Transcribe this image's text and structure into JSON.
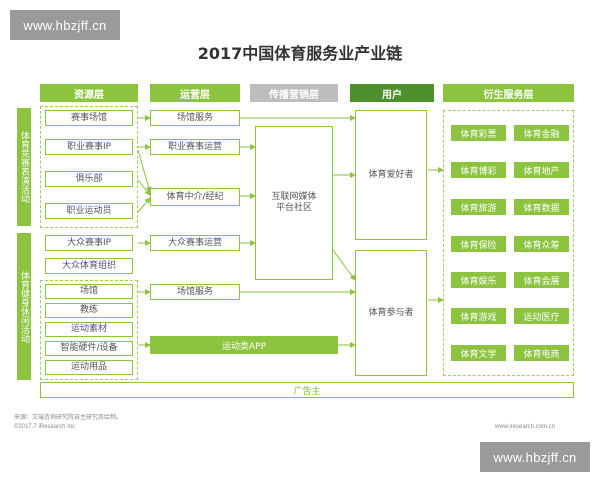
{
  "watermark": "www.hbzjff.cn",
  "title": "2017中国体育服务业产业链",
  "headers": {
    "resource": "资源层",
    "operation": "运营层",
    "media": "传播营销层",
    "user": "用户",
    "derivative": "衍生服务层"
  },
  "side_labels": {
    "competitive": "体育竞赛表演活动",
    "fitness": "体育健身休闲活动"
  },
  "resource_items": [
    "赛事场馆",
    "职业赛事IP",
    "俱乐部",
    "职业运动员",
    "大众赛事IP",
    "大众体育组织",
    "场馆",
    "教练",
    "运动素材",
    "智能硬件/设备",
    "运动用品"
  ],
  "operation_items": {
    "venue_service_top": "场馆服务",
    "pro_event_ops": "职业赛事运营",
    "agent": "体育中介/经纪",
    "mass_event_ops": "大众赛事运营",
    "venue_service_bottom": "场馆服务",
    "sports_app": "运动类APP"
  },
  "media_platform": "互联网媒体\n平台社区",
  "users": {
    "fans": "体育爱好者",
    "participants": "体育参与者"
  },
  "derivative_items": [
    [
      "体育彩票",
      "体育金融"
    ],
    [
      "体育博彩",
      "体育地产"
    ],
    [
      "体育旅游",
      "体育数据"
    ],
    [
      "体育保险",
      "体育众筹"
    ],
    [
      "体育娱乐",
      "体育会展"
    ],
    [
      "体育游戏",
      "运动医疗"
    ],
    [
      "体育文学",
      "体育电商"
    ]
  ],
  "advertiser": "广告主",
  "source_note": "来源：艾瑞咨询研究院自主研究及绘制。",
  "copyright": "©2017.7 iResearch Inc",
  "website": "www.iresearch.com.cn",
  "colors": {
    "green": "#8cc33f",
    "dark_green": "#4e8f2e",
    "gray_header": "#bdbdbd",
    "watermark_bg": "#9a9a9a"
  }
}
